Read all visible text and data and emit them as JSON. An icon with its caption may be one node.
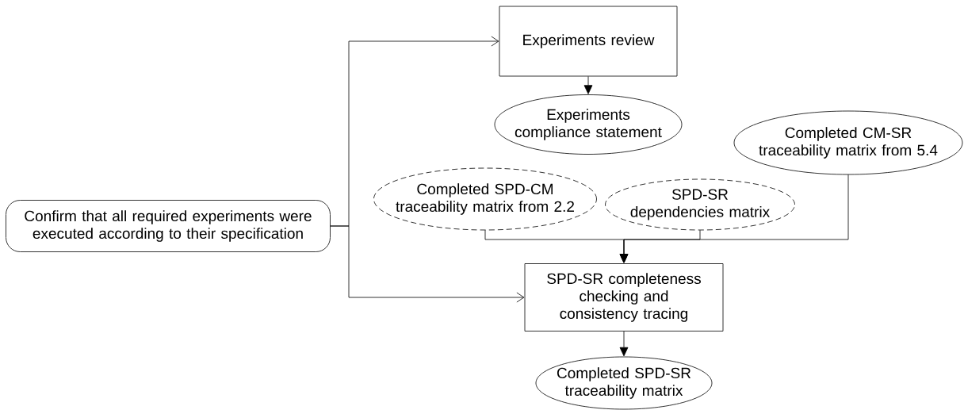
{
  "diagram": {
    "nodes": [
      {
        "text": [
          "Confirm that all required experiments were executed according to their specification"
        ]
      },
      {
        "text": [
          "Experiments review"
        ]
      },
      {
        "text": [
          "Experiments compliance statement"
        ]
      },
      {
        "text": [
          "Completed SPD-CM traceability matrix from 2.2"
        ]
      },
      {
        "text": [
          "SPD-SR dependencies matrix"
        ]
      },
      {
        "text": [
          "Completed CM-SR traceability matrix from 5.4"
        ]
      },
      {
        "text": [
          "SPD-SR completeness checking and consistency tracing"
        ]
      },
      {
        "text": [
          "Completed SPD-SR traceability matrix"
        ]
      }
    ],
    "edges": [
      {
        "from": 0,
        "to": 1,
        "arrow": "to"
      },
      {
        "from": 0,
        "to": 6,
        "arrow": "to"
      },
      {
        "from": 1,
        "to": 2,
        "arrow": "to"
      },
      {
        "from": 3,
        "to": 6,
        "arrow": "to"
      },
      {
        "from": 4,
        "to": 6,
        "arrow": "to"
      },
      {
        "from": 5,
        "to": 6,
        "arrow": "to"
      },
      {
        "from": 6,
        "to": 7,
        "arrow": "to"
      }
    ]
  }
}
